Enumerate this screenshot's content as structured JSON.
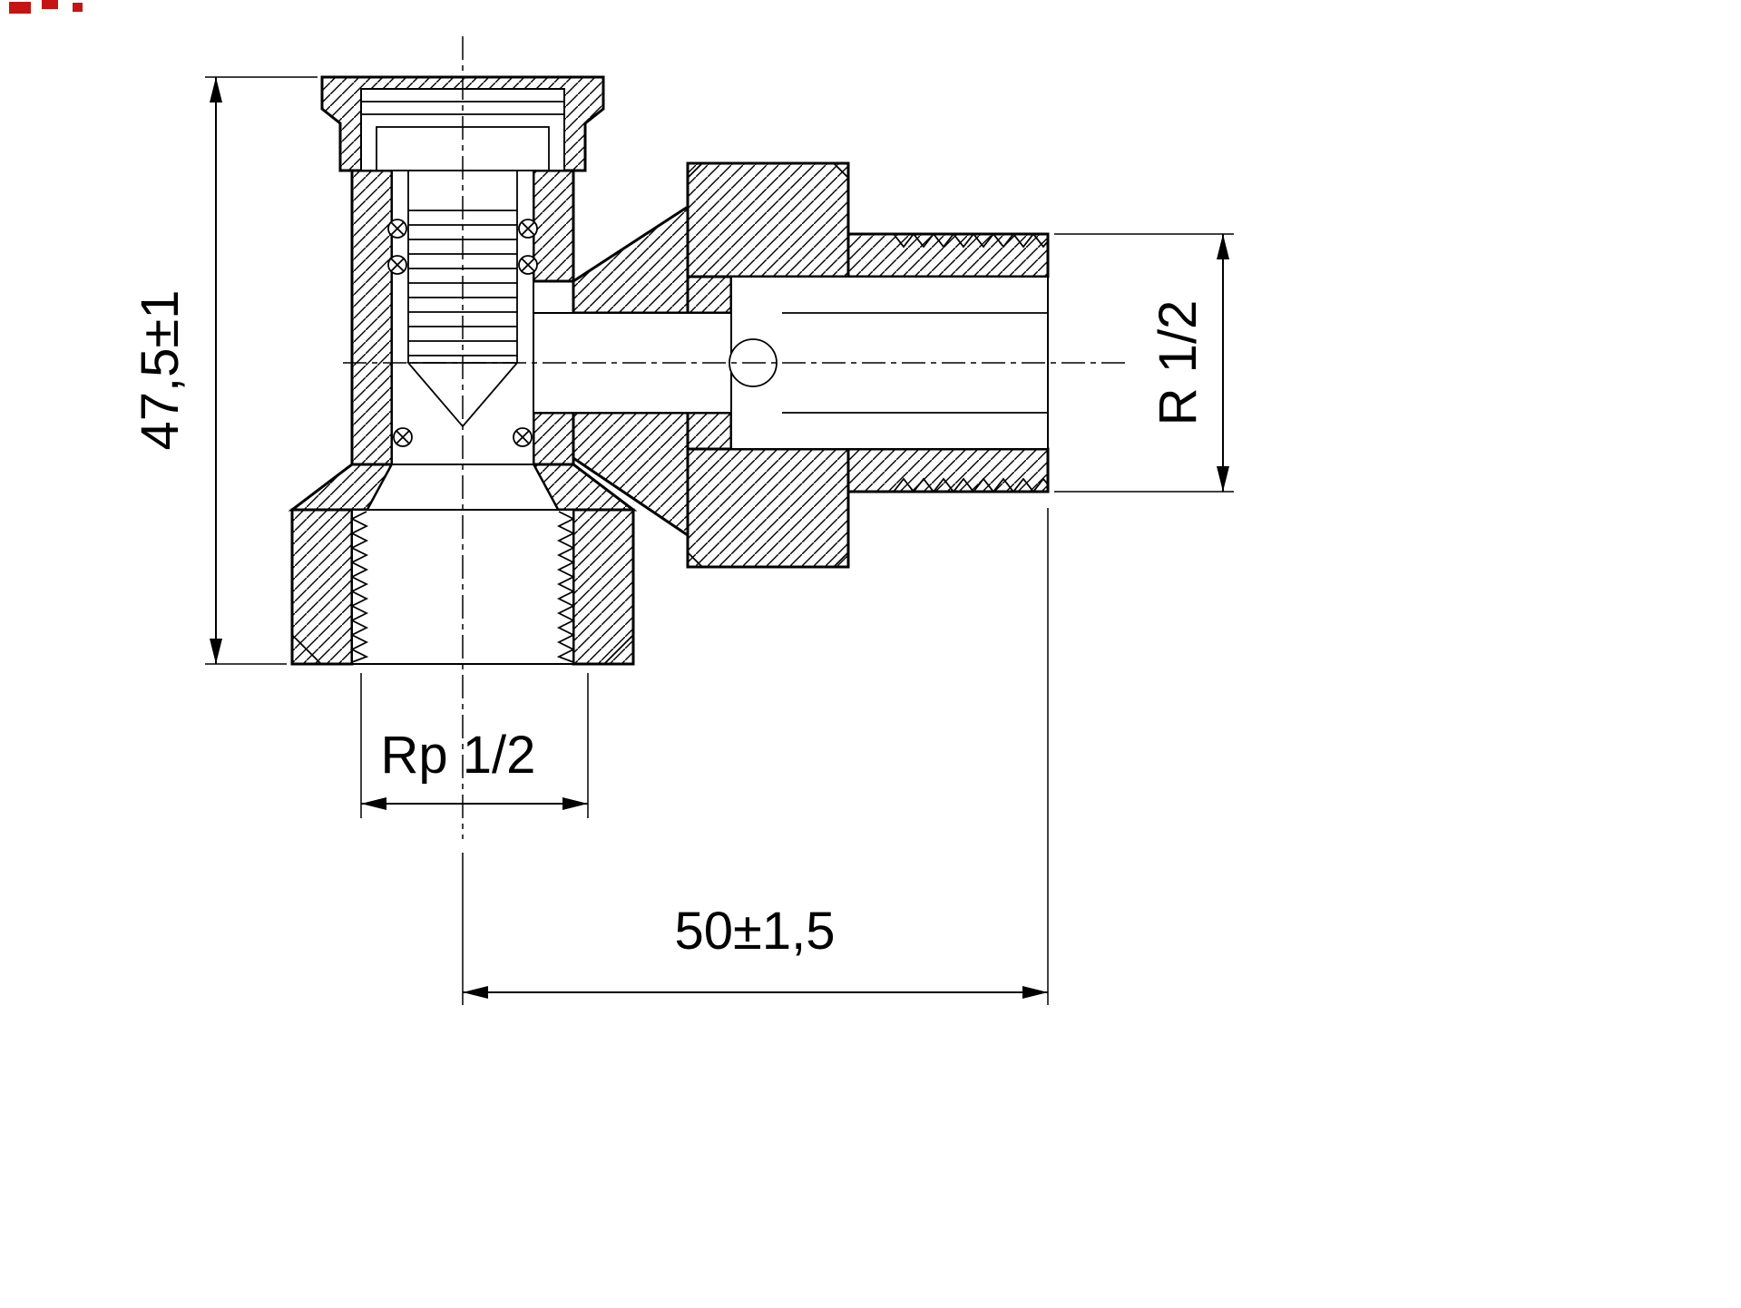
{
  "drawing": {
    "kind": "valve-cross-section-technical-drawing",
    "labels": {
      "height_dim": "47,5±1",
      "male_thread_dim": "R 1/2",
      "female_thread_dim": "Rp 1/2",
      "width_dim": "50±1,5"
    },
    "colors": {
      "line": "#000000",
      "background": "#ffffff",
      "watermark_fragment": "#c41414"
    }
  }
}
